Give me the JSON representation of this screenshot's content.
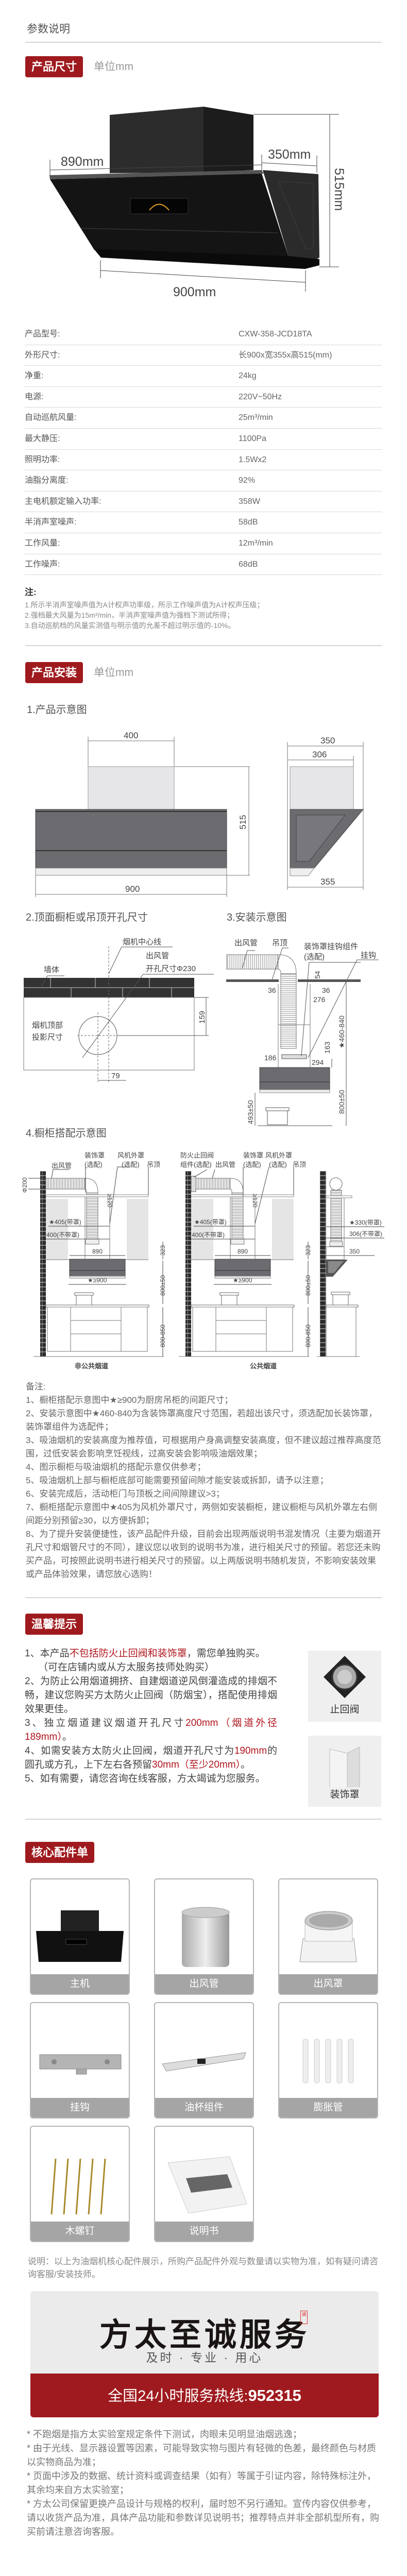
{
  "header": {
    "title": "参数说明"
  },
  "size": {
    "badge": "产品尺寸",
    "unit": "单位mm",
    "dims": {
      "depth": "890mm",
      "top_width": "350mm",
      "height": "515mm",
      "width": "900mm"
    }
  },
  "specs": [
    {
      "label": "产品型号:",
      "value": "CXW-358-JCD18TA"
    },
    {
      "label": "外形尺寸:",
      "value": "长900x宽355x高515(mm)"
    },
    {
      "label": "净重:",
      "value": "24kg"
    },
    {
      "label": "电源:",
      "value": "220V~50Hz"
    },
    {
      "label": "自动巡航风量:",
      "value": "25m³/min"
    },
    {
      "label": "最大静压:",
      "value": "1100Pa"
    },
    {
      "label": "照明功率:",
      "value": "1.5Wx2"
    },
    {
      "label": "油脂分离度:",
      "value": "92%"
    },
    {
      "label": "主电机额定输入功率:",
      "value": "358W"
    },
    {
      "label": "半消声室噪声:",
      "value": "58dB"
    },
    {
      "label": "工作风量:",
      "value": "12m³/min"
    },
    {
      "label": "工作噪声:",
      "value": "68dB"
    }
  ],
  "notes": {
    "title": "注:",
    "items": [
      "1.所示半消声室噪声值为A计权声功率级，所示工作噪声值为A计权声压级；",
      "2.强档最大风量为15m³/min，半消声室噪声值为强档下测试所得；",
      "3.自动巡航档的风量实测值与明示值的允差不超过明示值的-10%。"
    ]
  },
  "install": {
    "badge": "产品安装",
    "unit": "单位mm",
    "fig1": {
      "title": "1.产品示意图",
      "d400": "400",
      "d515": "515",
      "d900": "900",
      "d350": "350",
      "d306": "306",
      "d355": "355"
    },
    "fig2": {
      "title": "2.顶面橱柜或吊顶开孔尺寸",
      "centerline": "烟机中心线",
      "duct": "出风管",
      "hole": "开孔尺寸Φ230",
      "wall": "墙体",
      "proj1": "烟机顶部",
      "proj2": "投影尺寸",
      "d159": "159",
      "d79": "79"
    },
    "fig3": {
      "title": "3.安装示意图",
      "duct": "出风管",
      "ceiling": "吊顶",
      "kit1": "装饰罩挂钩组件",
      "kit2": "(选配)",
      "hook": "挂钩",
      "d54": "54",
      "d36a": "36",
      "d36b": "36",
      "d276": "276",
      "d460": "★460-840",
      "d163": "163",
      "d186": "186",
      "d294": "294",
      "d800": "800±50",
      "d493": "493±50"
    },
    "fig4": {
      "title": "4.橱柜搭配示意图",
      "left": {
        "duct": "出风管",
        "cover1": "装饰罩",
        "cover2": "(选配)",
        "fan1": "风机外罩",
        "fan2": "(选配)",
        "ceiling": "吊顶",
        "phi": "Φ200",
        "gap": "≥120",
        "d405": "★405(带罩)",
        "d400": "400(不带罩)",
        "d323": "323",
        "d890": "890",
        "d900": "★≥900",
        "d800": "800±50",
        "d850": "800-850",
        "caption": "非公共烟道"
      },
      "middle": {
        "valve1": "防火止回阀",
        "valve2": "组件(选配)",
        "duct": "出风管",
        "cover1": "装饰罩",
        "cover2": "(选配)",
        "fan1": "风机外罩",
        "fan2": "(选配)",
        "ceiling": "吊顶",
        "gap": "≥120",
        "d405": "★405(带罩)",
        "d400": "400(不带罩)",
        "d323": "323",
        "d890": "890",
        "d900": "★≥900",
        "d800": "800±50",
        "d850": "800-850",
        "caption": "公共烟道"
      },
      "right": {
        "d330": "★330(带罩)",
        "d306": "306(不带罩)",
        "d350": "350"
      }
    }
  },
  "remarks": {
    "title": "备注:",
    "items": [
      "1、橱柜搭配示意图中★≥900为厨房吊柜的间距尺寸；",
      "2、安装示意图中★460-840为含装饰罩高度尺寸范围，若超出该尺寸，须选配加长装饰罩，装饰罩组件为选配件；",
      "3、吸油烟机的安装高度为推荐值，可根据用户身高调整安装高度，但不建议超过推荐高度范围，过低安装会影响烹饪视线，过高安装会影响吸油烟效果；",
      "4、图示橱柜与吸油烟机的搭配示意仅供参考；",
      "5、吸油烟机上部与橱柜底部可能需要预留间隙才能安装或拆卸，请予以注意；",
      "6、安装完成后，活动柜门与顶板之间间隙建议>3；",
      "7、橱柜搭配示意图中★405为风机外罩尺寸，两侧如安装橱柜，建议橱柜与风机外罩左右侧间距分别预留≥30，以方便拆卸；",
      "8、为了提升安装便捷性，该产品配件升级，目前会出现两版说明书混发情况（主要为烟道开孔尺寸和烟管尺寸的不同），建议您以收到的说明书为准，进行相关尺寸的预留。若您还未购买产品，可按照此说明书进行相关尺寸的预留。以上两版说明书随机发货，不影响安装效果或产品体验效果，请您放心选购！"
    ]
  },
  "tips": {
    "badge": "温馨提示",
    "items": [
      [
        "1、本产品",
        "不包括防火止回阀和装饰罩",
        "，需您单独购买。",
        "（可在店铺内或从方太服务技师处购买）"
      ],
      [
        "2、为防止公用烟道拥挤、自建烟道逆风倒灌造成的排烟不畅，建议您购买方太防火止回阀（防烟宝），搭配使用排烟效果更佳。"
      ],
      [
        "3、独立烟道建议烟道开孔尺寸",
        "200mm（烟道外径189mm）",
        "。"
      ],
      [
        "4、如需安装方太防火止回阀，烟道开孔尺寸为",
        "190mm",
        "的圆孔或方孔，上下左右各预留",
        "30mm（至少20mm）",
        "。"
      ],
      [
        "5、如有需要，请您咨询在线客服，方太竭诚为您服务。"
      ]
    ],
    "images": [
      "止回阀",
      "装饰罩"
    ]
  },
  "accessories": {
    "badge": "核心配件单",
    "items": [
      "主机",
      "出风管",
      "出风罩",
      "挂钩",
      "油杯组件",
      "膨胀管",
      "木螺钉",
      "说明书"
    ],
    "note": "说明：以上为油烟机核心配件展示，所购产品配件外观与数量请以实物为准，如有疑问请咨询客服/安装技师。"
  },
  "service": {
    "logo": "方太至诚服务",
    "seal": "诚",
    "slogan": "及时 · 专业 · 用心",
    "hotline_label": "全国24小时服务热线:",
    "hotline": "952315"
  },
  "disclaimers": [
    "* 不跑烟是指方太实验室规定条件下测试，肉眼未见明显油烟逃逸；",
    "* 由于光线、显示器设置等因素，可能导致实物与图片有轻微的色差，最终颜色与材质以实物商品为准；",
    "* 页面中涉及的数据、统计资料或调查结果（如有）等属于引证内容，除特殊标注外，其余均来自方太实验室；",
    "* 方太公司保留更换产品设计与规格的权利，届时恕不另行通知。宣传内容仅供参考，请以收货产品为准，具体产品功能和参数详见说明书；推荐特点并非全部机型所有，购买前请注意咨询客服。"
  ],
  "colors": {
    "brand_red": "#9f1a1e",
    "highlight_red": "#b0171f",
    "card_label": "#a5a5a5"
  }
}
